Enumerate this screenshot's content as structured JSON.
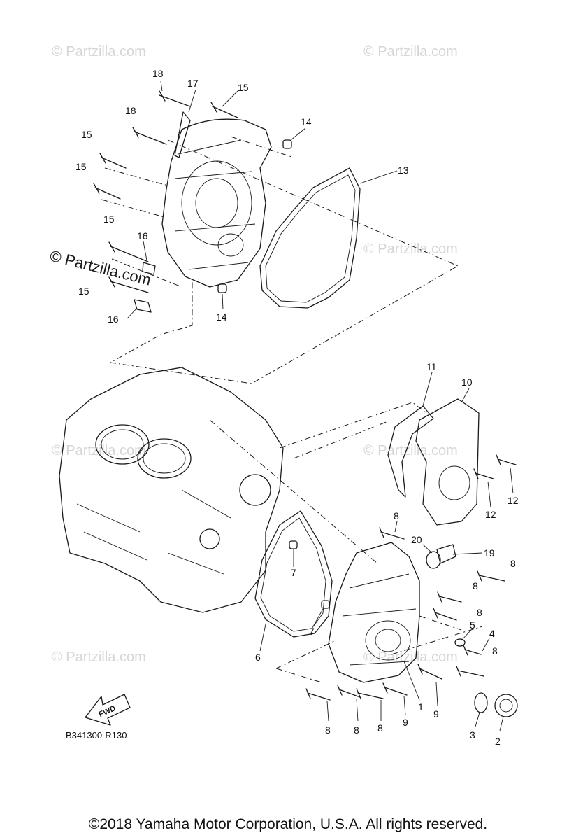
{
  "watermark_text": "© Partzilla.com",
  "diagram_code": "B341300-R130",
  "fwd_label": "FWD",
  "copyright": "©2018 Yamaha Motor Corporation, U.S.A. All rights reserved.",
  "callouts": [
    "1",
    "2",
    "3",
    "4",
    "5",
    "6",
    "7",
    "8",
    "9",
    "10",
    "11",
    "12",
    "13",
    "14",
    "15",
    "16",
    "17",
    "18",
    "19",
    "20"
  ]
}
